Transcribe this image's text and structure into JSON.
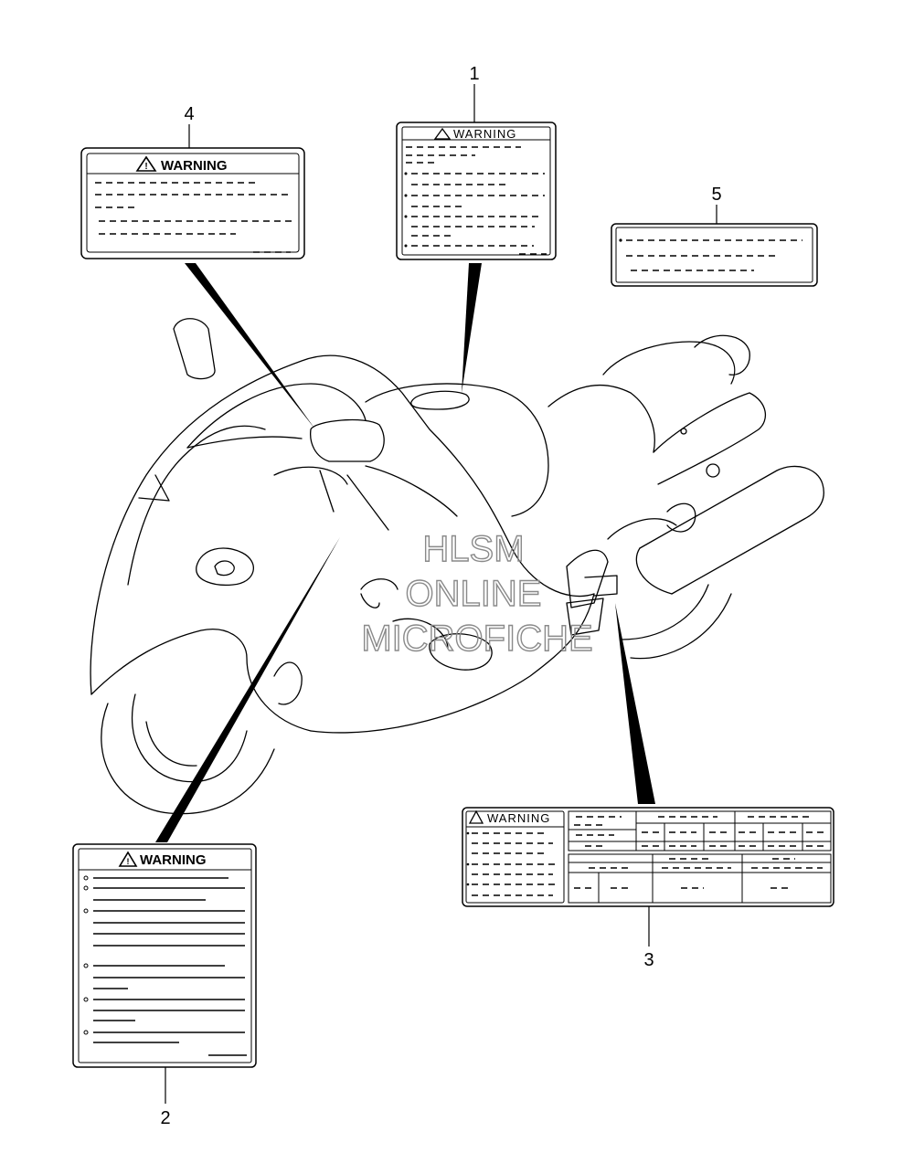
{
  "diagram": {
    "callouts": [
      {
        "num": "1"
      },
      {
        "num": "2"
      },
      {
        "num": "3"
      },
      {
        "num": "4"
      },
      {
        "num": "5"
      }
    ],
    "labels": {
      "warning_text": "WARNING"
    },
    "watermark": {
      "line1": "HLSM",
      "line2": "ONLINE",
      "line3": "MICROFICHE"
    }
  }
}
